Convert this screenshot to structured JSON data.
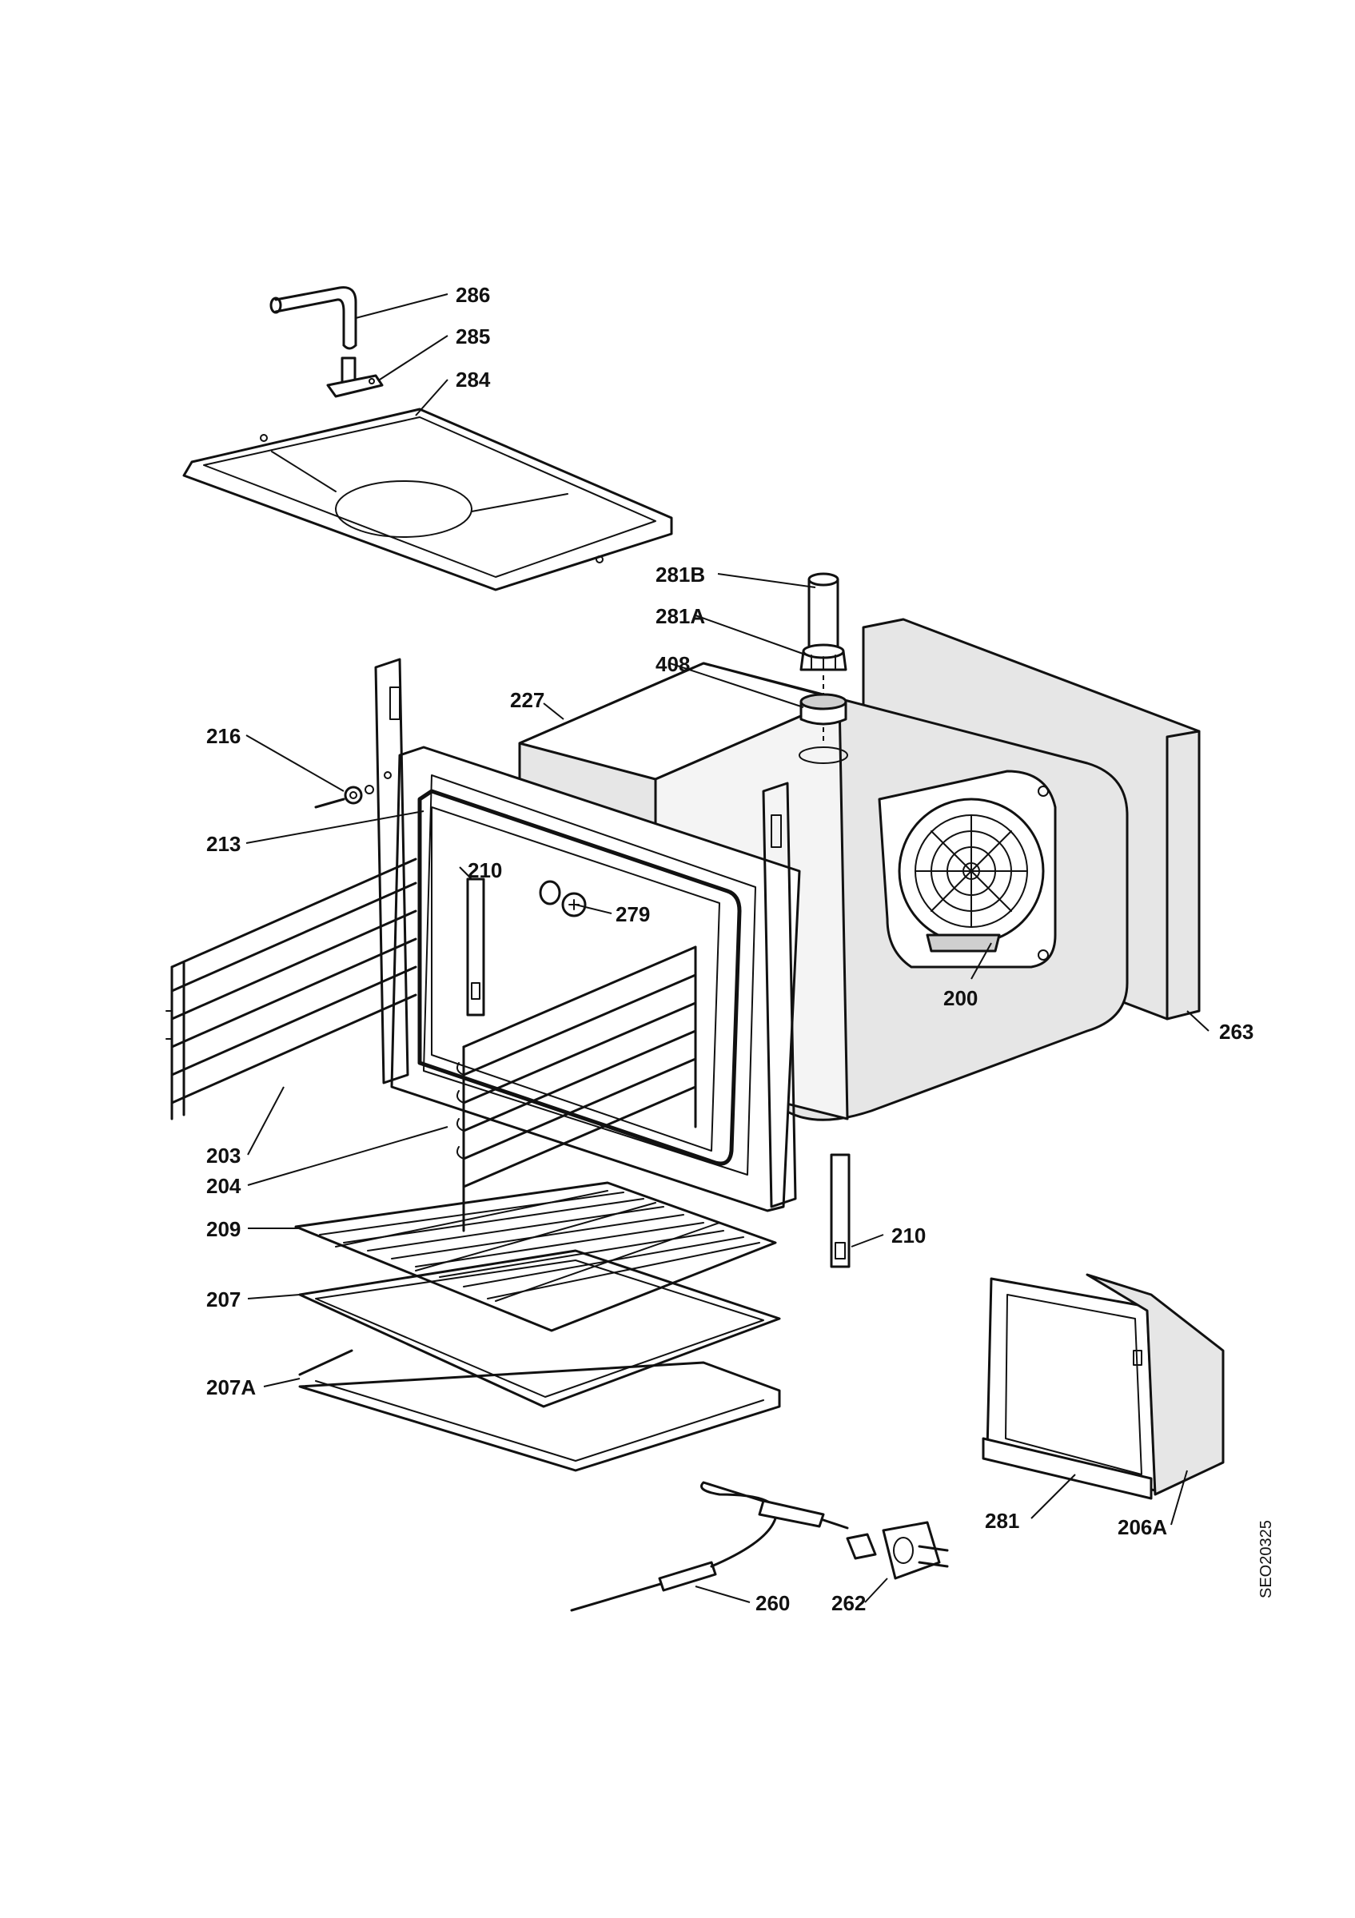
{
  "drawing_ref": "SEO20325",
  "callouts": {
    "c286": "286",
    "c285": "285",
    "c284": "284",
    "c281B": "281B",
    "c281A": "281A",
    "c408": "408",
    "c227": "227",
    "c216": "216",
    "c213": "213",
    "c210a": "210",
    "c279": "279",
    "c200": "200",
    "c263": "263",
    "c203": "203",
    "c204": "204",
    "c209": "209",
    "c210b": "210",
    "c207": "207",
    "c207A": "207A",
    "c281": "281",
    "c206A": "206A",
    "c260": "260",
    "c262": "262"
  },
  "colors": {
    "line": "#111111",
    "shade": "#e6e6e6",
    "background": "#ffffff"
  }
}
